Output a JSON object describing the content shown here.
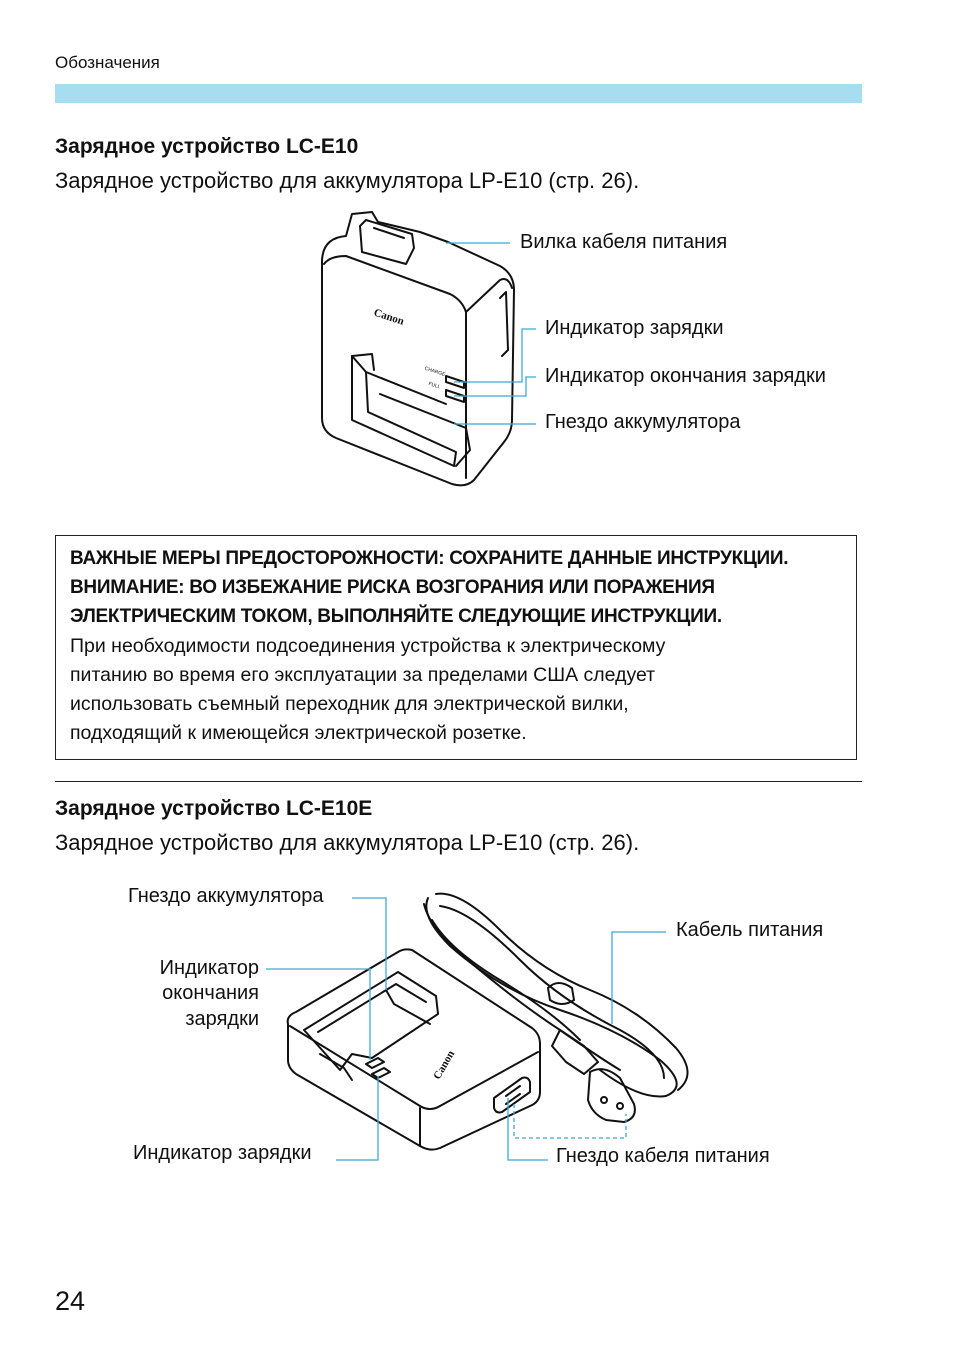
{
  "header": {
    "section_label": "Обозначения",
    "bar_color": "#a7ddf1"
  },
  "charger1": {
    "title": "Зарядное устройство LC-E10",
    "description": "Зарядное устройство для аккумулятора LP-E10 (стр. 26).",
    "brand": "Canon",
    "indicator_labels": [
      "CHARGE",
      "FULL"
    ],
    "callouts": {
      "plug": "Вилка кабеля питания",
      "charge_lamp": "Индикатор зарядки",
      "full_lamp": "Индикатор окончания зарядки",
      "battery_slot": "Гнездо аккумулятора"
    }
  },
  "warning": {
    "heading_lines": [
      "ВАЖНЫЕ МЕРЫ ПРЕДОСТОРОЖНОСТИ: СОХРАНИТЕ ДАННЫЕ ИНСТРУКЦИИ.",
      "ВНИМАНИЕ: ВО ИЗБЕЖАНИЕ РИСКА ВОЗГОРАНИЯ ИЛИ ПОРАЖЕНИЯ",
      "ЭЛЕКТРИЧЕСКИМ ТОКОМ, ВЫПОЛНЯЙТЕ СЛЕДУЮЩИЕ ИНСТРУКЦИИ."
    ],
    "body_lines": [
      "При необходимости подсоединения устройства к электрическому",
      "питанию во время его эксплуатации за пределами США следует",
      "использовать съемный переходник для электрической вилки,",
      "подходящий к имеющейся электрической розетке."
    ]
  },
  "charger2": {
    "title": "Зарядное устройство LC-E10E",
    "description": "Зарядное устройство для аккумулятора LP-E10 (стр. 26).",
    "brand": "Canon",
    "callouts": {
      "battery_slot": "Гнездо аккумулятора",
      "full_lamp_lines": [
        "Индикатор",
        "окончания",
        "зарядки"
      ],
      "charge_lamp": "Индикатор зарядки",
      "power_cable": "Кабель питания",
      "power_socket": "Гнездо кабеля питания"
    }
  },
  "page_number": "24",
  "colors": {
    "callout_line": "#3fa9d6",
    "text": "#111111"
  }
}
